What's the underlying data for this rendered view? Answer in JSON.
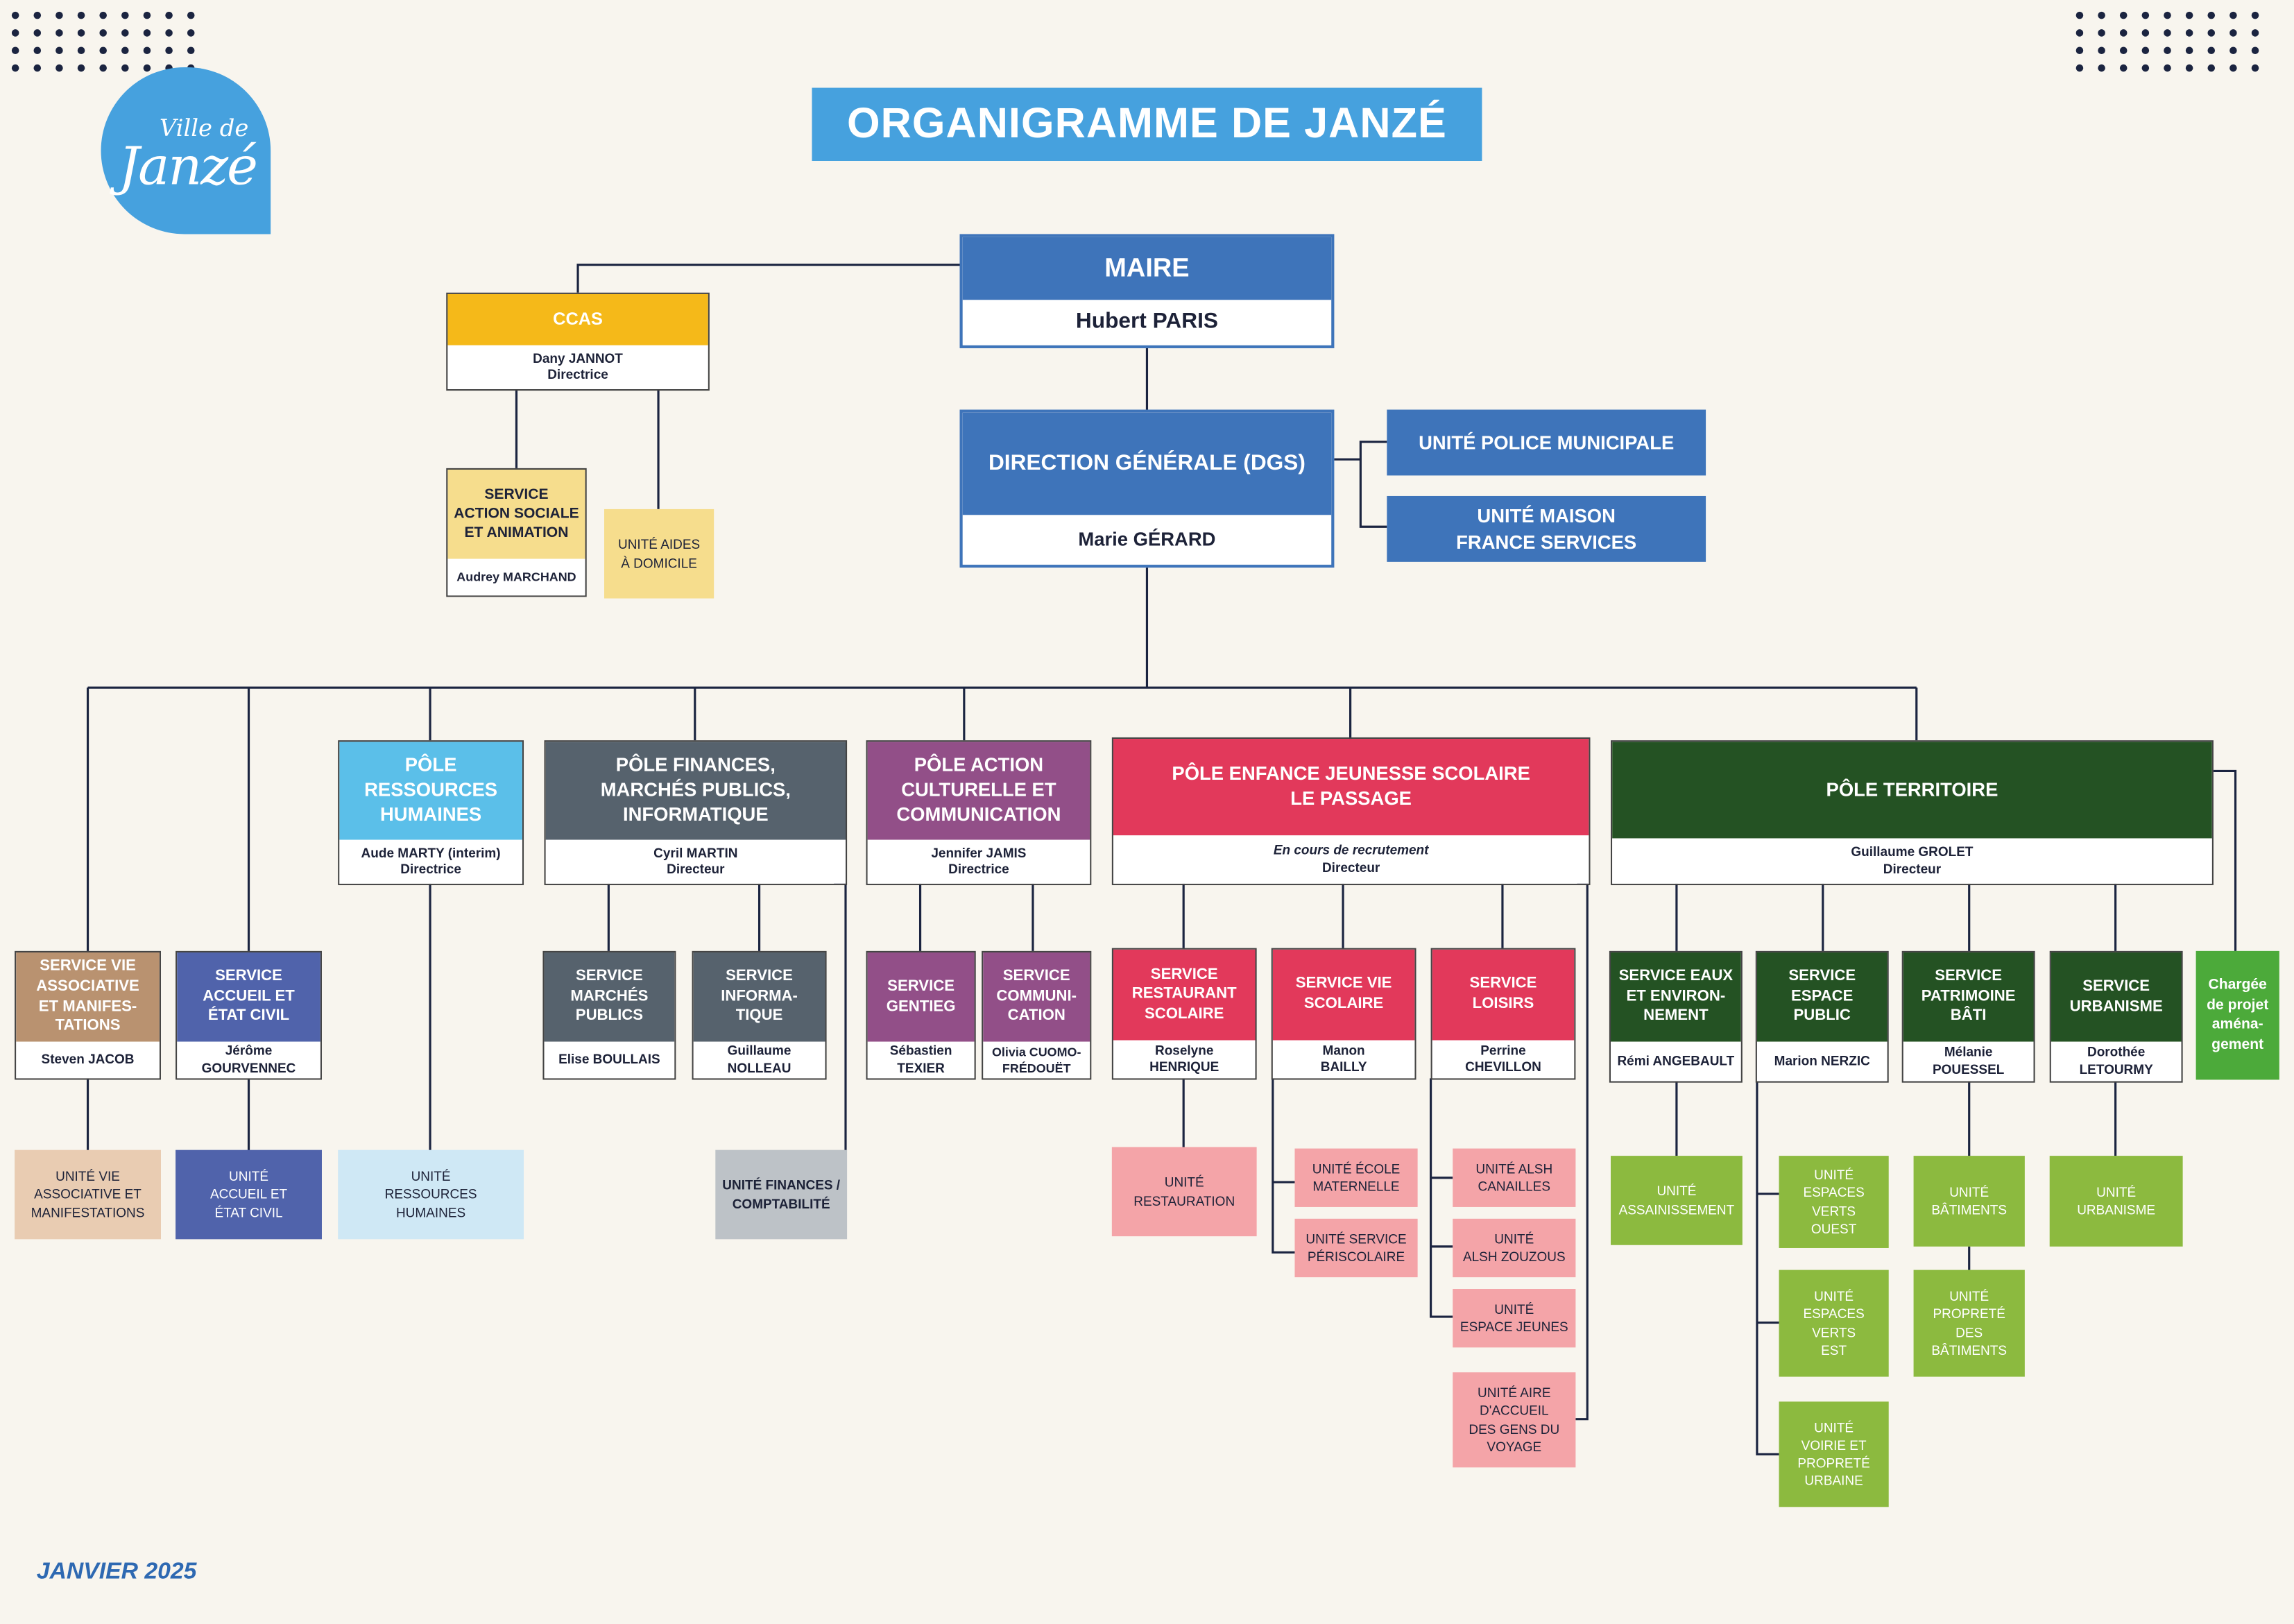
{
  "title": "ORGANIGRAMME DE JANZÉ",
  "logo": {
    "line1": "Ville de",
    "line2": "Janzé"
  },
  "footer": "JANVIER 2025",
  "colors": {
    "background": "#f8f5ee",
    "title": "#46a1de",
    "direction": "#3e74ba",
    "ccas": "#f5b919",
    "ccas_light": "#f6dd8d",
    "rh": "#5bbfe9",
    "finances": "#56626d",
    "culture": "#924f88",
    "enfance": "#e2395b",
    "territoire": "#245223",
    "territoire_light": "#8cba3f",
    "lines": "#1b2440"
  },
  "top": {
    "maire": {
      "title": "MAIRE",
      "name": "Hubert PARIS"
    },
    "dgs": {
      "title": "DIRECTION GÉNÉRALE (DGS)",
      "name": "Marie GÉRARD"
    },
    "police": "UNITÉ POLICE MUNICIPALE",
    "france_services": "UNITÉ MAISON\nFRANCE SERVICES",
    "ccas": {
      "title": "CCAS",
      "name": "Dany JANNOT\nDirectrice"
    },
    "action_sociale": {
      "title": "SERVICE\nACTION SOCIALE\nET ANIMATION",
      "name": "Audrey MARCHAND"
    },
    "aides_domicile": "UNITÉ AIDES\nÀ DOMICILE"
  },
  "services_directs": [
    {
      "title": "SERVICE VIE\nASSOCIATIVE\nET MANIFES-\nTATIONS",
      "name": "Steven JACOB",
      "unit": "UNITÉ  VIE\nASSOCIATIVE ET\nMANIFESTATIONS"
    },
    {
      "title": "SERVICE\nACCUEIL ET\nÉTAT CIVIL",
      "name": "Jérôme\nGOURVENNEC",
      "unit": "UNITÉ\nACCUEIL ET\nÉTAT CIVIL"
    }
  ],
  "rh": {
    "title": "PÔLE\nRESSOURCES\nHUMAINES",
    "name": "Aude MARTY (interim)\nDirectrice",
    "unit": "UNITÉ\nRESSOURCES\nHUMAINES"
  },
  "finances": {
    "title": "PÔLE FINANCES,\nMARCHÉS PUBLICS,\nINFORMATIQUE",
    "name": "Cyril MARTIN\nDirecteur",
    "services": [
      {
        "title": "SERVICE\nMARCHÉS\nPUBLICS",
        "name": "Elise BOULLAIS"
      },
      {
        "title": "SERVICE\nINFORMA-\nTIQUE",
        "name": "Guillaume\nNOLLEAU"
      }
    ],
    "unit": "UNITÉ FINANCES /\nCOMPTABILITÉ"
  },
  "culture": {
    "title": "PÔLE ACTION\nCULTURELLE ET\nCOMMUNICATION",
    "name": "Jennifer JAMIS\nDirectrice",
    "services": [
      {
        "title": "SERVICE\nGENTIEG",
        "name": "Sébastien\nTEXIER"
      },
      {
        "title": "SERVICE\nCOMMUNI-\nCATION",
        "name": "Olivia CUOMO-\nFRÉDOUËT"
      }
    ]
  },
  "enfance": {
    "title": "PÔLE ENFANCE JEUNESSE SCOLAIRE\nLE PASSAGE",
    "name_italic": "En cours de recrutement",
    "role": "Directeur",
    "services": [
      {
        "title": "SERVICE\nRESTAURANT\nSCOLAIRE",
        "name": "Roselyne\nHENRIQUE"
      },
      {
        "title": "SERVICE VIE\nSCOLAIRE",
        "name": "Manon\nBAILLY"
      },
      {
        "title": "SERVICE\nLOISIRS",
        "name": "Perrine\nCHEVILLON"
      }
    ],
    "units": {
      "restauration": "UNITÉ\nRESTAURATION",
      "ecole_maternelle": "UNITÉ ÉCOLE\nMATERNELLE",
      "periscolaire": "UNITÉ SERVICE\nPÉRISCOLAIRE",
      "alsh_canailles": "UNITÉ ALSH\nCANAILLES",
      "alsh_zouzous": "UNITÉ\nALSH ZOUZOUS",
      "espace_jeunes": "UNITÉ\nESPACE JEUNES",
      "gens_voyage": "UNITÉ AIRE\nD'ACCUEIL\nDES GENS DU\nVOYAGE"
    }
  },
  "territoire": {
    "title": "PÔLE TERRITOIRE",
    "name": "Guillaume GROLET\nDirecteur",
    "services": [
      {
        "title": "SERVICE EAUX\nET ENVIRON-\nNEMENT",
        "name": "Rémi ANGEBAULT"
      },
      {
        "title": "SERVICE\nESPACE\nPUBLIC",
        "name": "Marion NERZIC"
      },
      {
        "title": "SERVICE\nPATRIMOINE\nBÂTI",
        "name": "Mélanie\nPOUESSEL"
      },
      {
        "title": "SERVICE\nURBANISME",
        "name": "Dorothée\nLETOURMY"
      }
    ],
    "chargee": "Chargée\nde projet\naména-\ngement",
    "units": {
      "assainissement": "UNITÉ\nASSAINISSEMENT",
      "verts_ouest": "UNITÉ\nESPACES\nVERTS\nOUEST",
      "verts_est": "UNITÉ\nESPACES\nVERTS\nEST",
      "voirie": "UNITÉ\nVOIRIE ET\nPROPRETÉ\nURBAINE",
      "batiments": "UNITÉ\nBÂTIMENTS",
      "proprete_batiments": "UNITÉ\nPROPRETÉ\nDES\nBÂTIMENTS",
      "urbanisme": "UNITÉ\nURBANISME"
    }
  }
}
